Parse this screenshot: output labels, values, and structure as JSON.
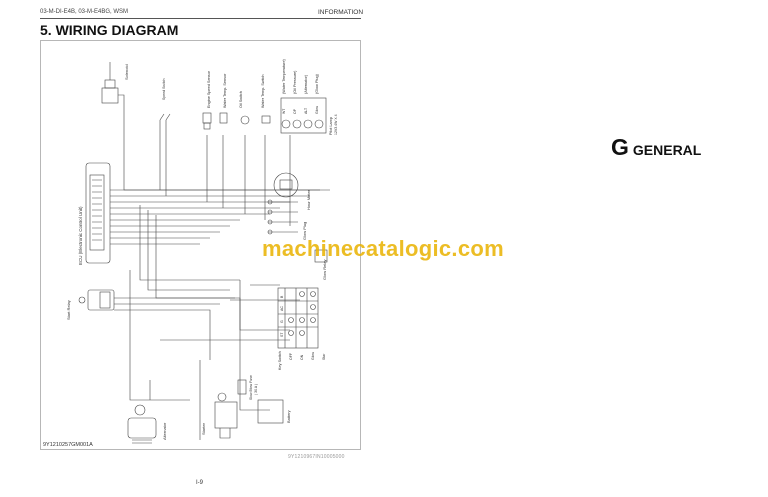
{
  "header": {
    "doc_code": "03-M-DI-E4B, 03-M-E4BG, WSM",
    "section": "INFORMATION"
  },
  "title": "5.  WIRING DIAGRAM",
  "diagram": {
    "labels": {
      "solenoid": "Solenoid",
      "ecu": "ECU (Electronic Control Unit)",
      "start_relay": "Start Relay",
      "speed_switch": "Speed Switch",
      "engine_speed_sensor": "Engine Speed Sensor",
      "water_temp_sensor": "Water Temp. Sensor",
      "oil_switch": "Oil Switch",
      "water_temp_switch": "Water Temp. Switch",
      "lamp_wt": "WT",
      "lamp_op": "OP",
      "lamp_alt": "ALT",
      "lamp_glow": "Glow",
      "water_temperature": "(Water Temperature)",
      "oil_pressure": "(Oil Pressure)",
      "alternator_lamp": "(Alternator)",
      "glow_plug_lamp": "(Glow Plug)",
      "pilot_lamp": "Pilot Lamp",
      "pilot_lamp_spec": "12V3.4W X 4",
      "hour_meter": "Hour Meter",
      "glow_plug": "Glow Plug",
      "glow_relay": "Glow Relay",
      "key_switch": "Key Switch",
      "ks_b": "B",
      "ks_ac": "AC",
      "ks_g": "G",
      "ks_st": "ST",
      "ks_off": "OFF",
      "ks_on": "ON",
      "ks_glow": "Glow",
      "ks_star": "Star",
      "slow_blow_fuse": "Slow Blow Fuse",
      "fuse_spec": "( 30 A )",
      "battery": "Battery",
      "starter": "Starter",
      "alternator": "Alternator"
    },
    "figure_code": "9Y1210257GM001A"
  },
  "reference_code": "9Y1210967IN10005000",
  "page_number": "I-9",
  "side_tab": {
    "letter": "G",
    "text": "GENERAL"
  },
  "watermark": "machinecatalogic.com",
  "colors": {
    "watermark": "#e9b200",
    "line": "#444444"
  }
}
